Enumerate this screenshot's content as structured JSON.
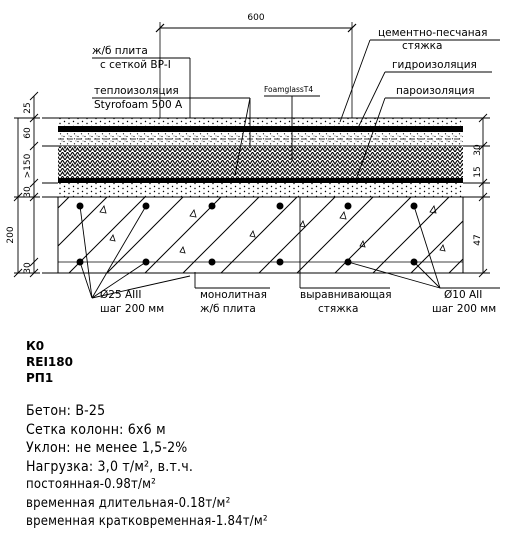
{
  "drawing": {
    "labels": {
      "cement_screed_line1": "цементно-песчаная",
      "cement_screed_line2": "стяжка",
      "rc_slab_line1": "ж/б плита",
      "rc_slab_line2": "с сеткой ВР-I",
      "waterproofing": "гидроизоляция",
      "thermal_insulation": "теплоизоляция",
      "styrofoam": "Styrofoam 500 A",
      "foamglass": "FoamglassT4",
      "vapor_barrier": "пароизоляция",
      "rebar_left_line1": "Ø25 AIII",
      "rebar_left_line2": "шаг 200 мм",
      "monolithic_line1": "монолитная",
      "monolithic_line2": "ж/б плита",
      "leveling_line1": "выравнивающая",
      "leveling_line2": "стяжка",
      "rebar_right_line1": "Ø10 AII",
      "rebar_right_line2": "шаг 200 мм"
    },
    "dimensions": {
      "top": "600",
      "left_25": "25",
      "left_60": "60",
      "left_150": ">150",
      "left_30a": "30",
      "left_200": "200",
      "left_30b": "30",
      "right_30": "30",
      "right_15": "15",
      "right_47": "47"
    }
  },
  "ratings": [
    "К0",
    "REI180",
    "РП1"
  ],
  "specs": [
    "Бетон: В-25",
    "Сетка колонн: 6х6 м",
    "Уклон: не менее 1,5-2%",
    "Нагрузка: 3,0 т/м², в.т.ч.",
    "постоянная-0.98т/м²",
    "временная длительная-0.18т/м²",
    "временная кратковременная-1.84т/м²"
  ]
}
